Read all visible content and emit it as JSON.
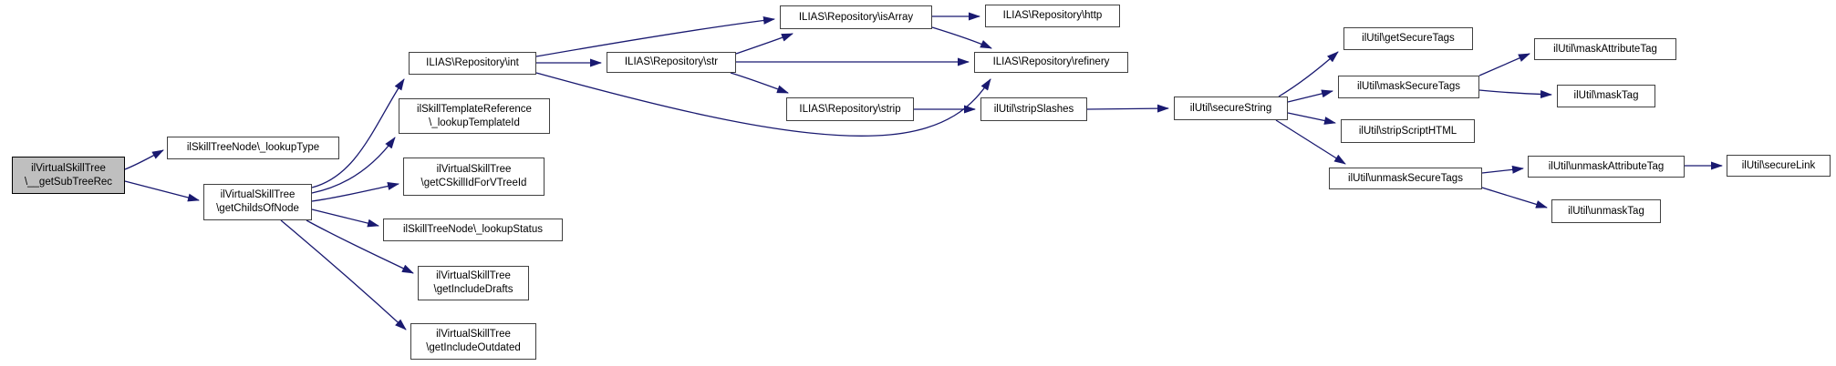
{
  "colors": {
    "background": "#ffffff",
    "edge": "#191970",
    "node_border": "#404040",
    "node_fill": "#ffffff",
    "current_node_fill": "#bfbfbf",
    "text": "#000000"
  },
  "nodes": {
    "subTreeRec": {
      "label": "ilVirtualSkillTree\n\\__getSubTreeRec"
    },
    "lookupType": {
      "label": "ilSkillTreeNode\\_lookupType"
    },
    "getChildsOfNode": {
      "label": "ilVirtualSkillTree\n\\getChildsOfNode"
    },
    "repoInt": {
      "label": "ILIAS\\Repository\\int"
    },
    "lookupTemplateId": {
      "label": "ilSkillTemplateReference\n\\_lookupTemplateId"
    },
    "getCSkillId": {
      "label": "ilVirtualSkillTree\n\\getCSkillIdForVTreeId"
    },
    "lookupStatus": {
      "label": "ilSkillTreeNode\\_lookupStatus"
    },
    "getIncludeDrafts": {
      "label": "ilVirtualSkillTree\n\\getIncludeDrafts"
    },
    "getIncludeOutdated": {
      "label": "ilVirtualSkillTree\n\\getIncludeOutdated"
    },
    "isArray": {
      "label": "ILIAS\\Repository\\isArray"
    },
    "repoStr": {
      "label": "ILIAS\\Repository\\str"
    },
    "http": {
      "label": "ILIAS\\Repository\\http"
    },
    "refinery": {
      "label": "ILIAS\\Repository\\refinery"
    },
    "strip": {
      "label": "ILIAS\\Repository\\strip"
    },
    "stripSlashes": {
      "label": "ilUtil\\stripSlashes"
    },
    "secureString": {
      "label": "ilUtil\\secureString"
    },
    "getSecureTags": {
      "label": "ilUtil\\getSecureTags"
    },
    "maskSecureTags": {
      "label": "ilUtil\\maskSecureTags"
    },
    "maskAttributeTag": {
      "label": "ilUtil\\maskAttributeTag"
    },
    "maskTag": {
      "label": "ilUtil\\maskTag"
    },
    "stripScriptHTML": {
      "label": "ilUtil\\stripScriptHTML"
    },
    "unmaskSecureTags": {
      "label": "ilUtil\\unmaskSecureTags"
    },
    "unmaskAttributeTag": {
      "label": "ilUtil\\unmaskAttributeTag"
    },
    "secureLink": {
      "label": "ilUtil\\secureLink"
    },
    "unmaskTag": {
      "label": "ilUtil\\unmaskTag"
    }
  },
  "edges": [
    {
      "from": "subTreeRec",
      "to": "lookupType"
    },
    {
      "from": "subTreeRec",
      "to": "getChildsOfNode"
    },
    {
      "from": "getChildsOfNode",
      "to": "repoInt"
    },
    {
      "from": "getChildsOfNode",
      "to": "lookupTemplateId"
    },
    {
      "from": "getChildsOfNode",
      "to": "getCSkillId"
    },
    {
      "from": "getChildsOfNode",
      "to": "lookupStatus"
    },
    {
      "from": "getChildsOfNode",
      "to": "getIncludeDrafts"
    },
    {
      "from": "getChildsOfNode",
      "to": "getIncludeOutdated"
    },
    {
      "from": "repoInt",
      "to": "isArray"
    },
    {
      "from": "repoInt",
      "to": "repoStr"
    },
    {
      "from": "repoInt",
      "to": "refinery"
    },
    {
      "from": "repoStr",
      "to": "isArray"
    },
    {
      "from": "repoStr",
      "to": "refinery"
    },
    {
      "from": "repoStr",
      "to": "strip"
    },
    {
      "from": "isArray",
      "to": "http"
    },
    {
      "from": "isArray",
      "to": "refinery"
    },
    {
      "from": "strip",
      "to": "stripSlashes"
    },
    {
      "from": "stripSlashes",
      "to": "secureString"
    },
    {
      "from": "secureString",
      "to": "getSecureTags"
    },
    {
      "from": "secureString",
      "to": "maskSecureTags"
    },
    {
      "from": "secureString",
      "to": "stripScriptHTML"
    },
    {
      "from": "secureString",
      "to": "unmaskSecureTags"
    },
    {
      "from": "maskSecureTags",
      "to": "maskAttributeTag"
    },
    {
      "from": "maskSecureTags",
      "to": "maskTag"
    },
    {
      "from": "unmaskSecureTags",
      "to": "unmaskAttributeTag"
    },
    {
      "from": "unmaskSecureTags",
      "to": "unmaskTag"
    },
    {
      "from": "unmaskAttributeTag",
      "to": "secureLink"
    }
  ]
}
